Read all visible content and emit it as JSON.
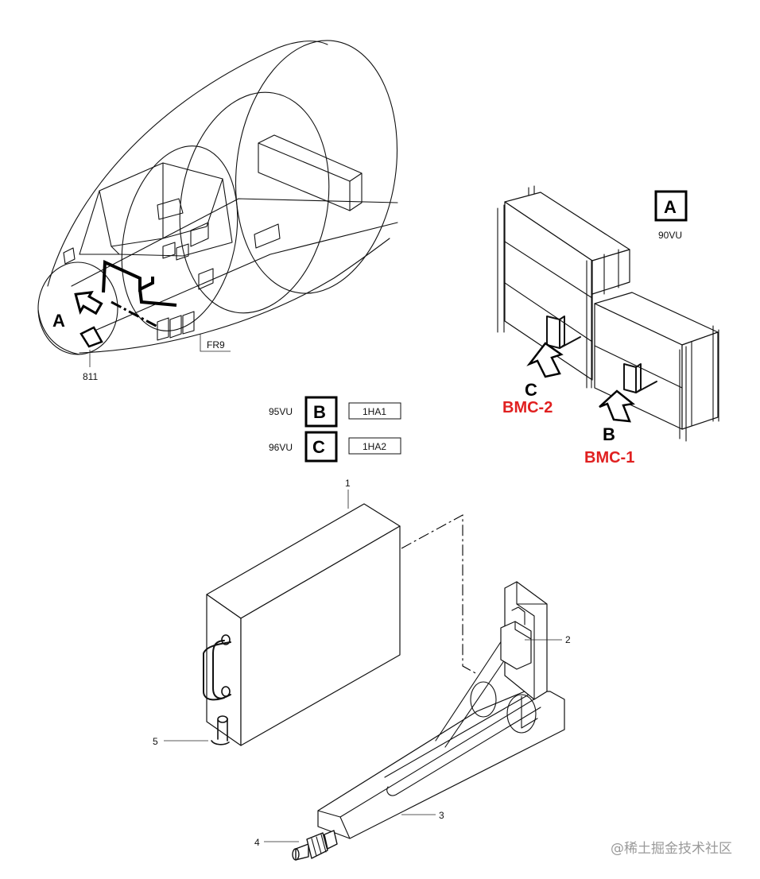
{
  "nose_view": {
    "view_letter": "A",
    "panel_ref": "811",
    "frame_ref": "FR9"
  },
  "detail_a": {
    "letter": "A",
    "panel": "90VU",
    "callouts": [
      {
        "letter": "C",
        "name": "BMC-2"
      },
      {
        "letter": "B",
        "name": "BMC-1"
      }
    ]
  },
  "legend": [
    {
      "panel": "95VU",
      "letter": "B",
      "id": "1HA1"
    },
    {
      "panel": "96VU",
      "letter": "C",
      "id": "1HA2"
    }
  ],
  "part_items": [
    "1",
    "2",
    "3",
    "4",
    "5"
  ],
  "watermark": "@稀土掘金技术社区",
  "colors": {
    "ink": "#111111",
    "highlight": "#e02020"
  }
}
